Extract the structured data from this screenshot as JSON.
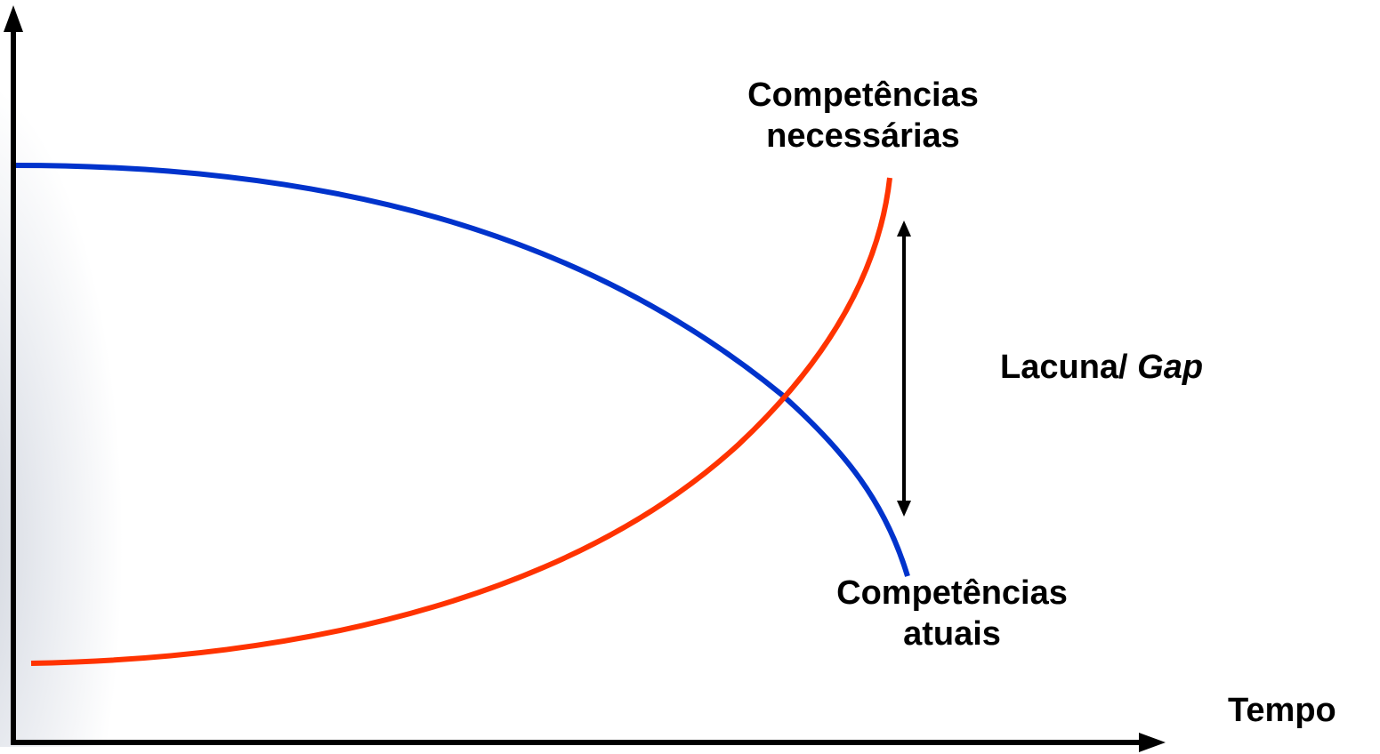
{
  "diagram": {
    "x_axis_label": "Tempo",
    "curves": {
      "required_line1": "Competências",
      "required_line2": "necessárias",
      "current_line1": "Competências",
      "current_line2": "atuais"
    },
    "gap_label_main": "Lacuna/",
    "gap_label_italic": "Gap",
    "colors": {
      "required_curve": "#ff3300",
      "current_curve": "#0033cc",
      "axes": "#000000"
    }
  }
}
